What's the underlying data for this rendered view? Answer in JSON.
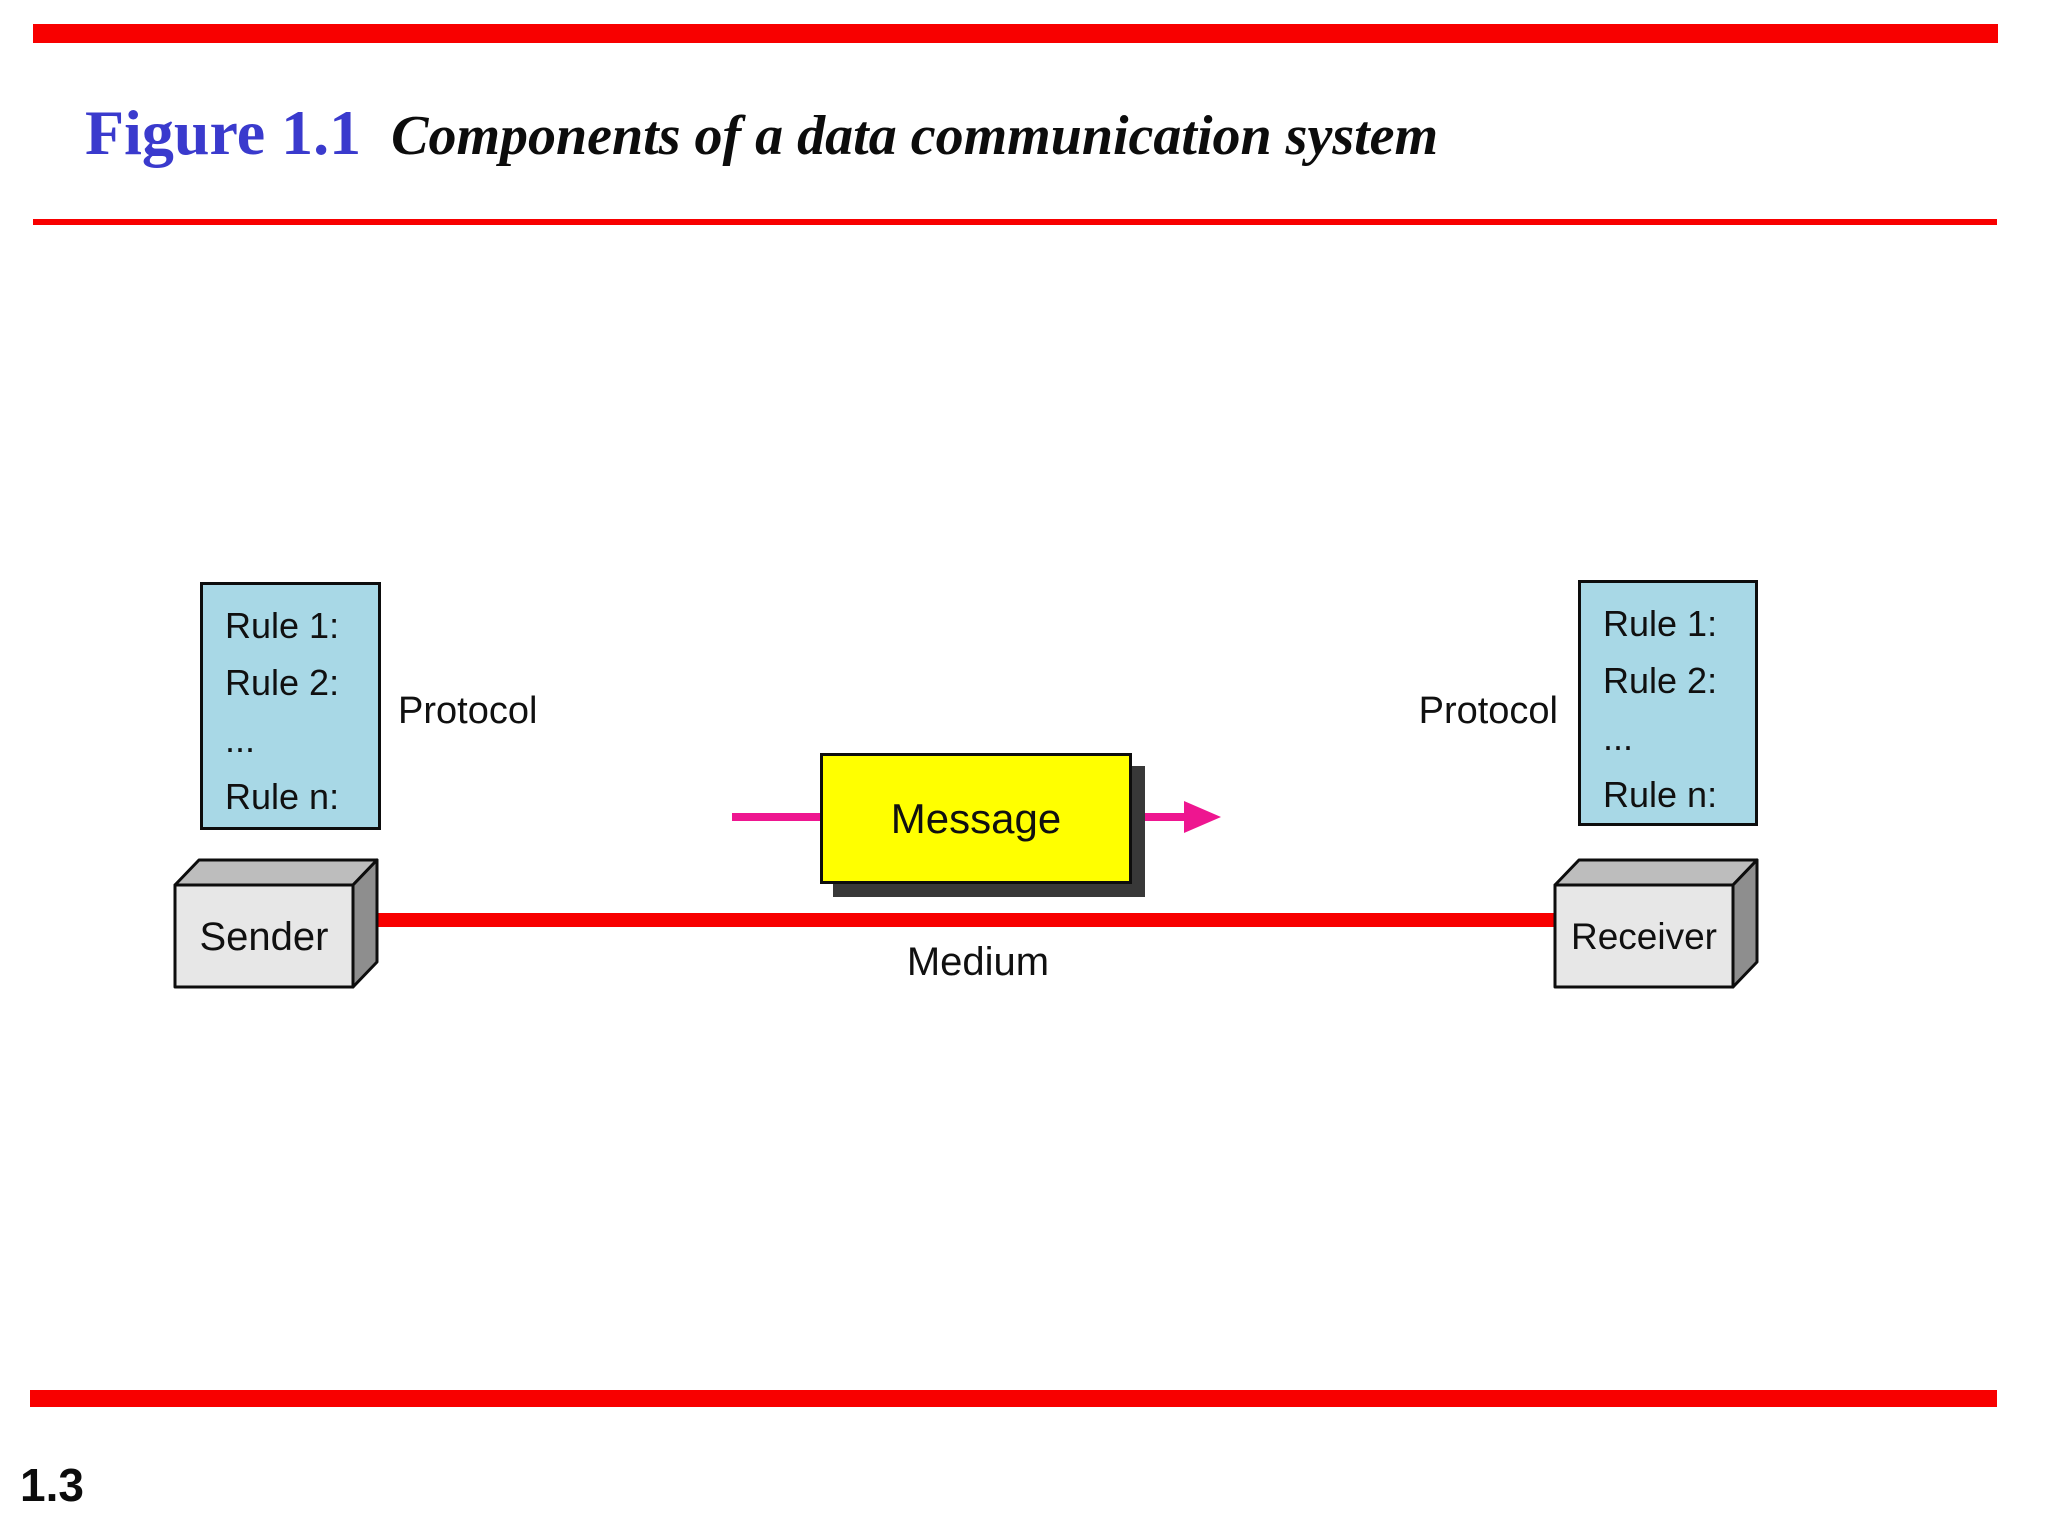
{
  "header": {
    "figure_label": "Figure 1.1",
    "figure_caption": "Components of a data communication system"
  },
  "diagram": {
    "left_protocol": {
      "rules": [
        "Rule 1:",
        "Rule 2:",
        "...",
        "Rule n:"
      ],
      "label": "Protocol"
    },
    "right_protocol": {
      "rules": [
        "Rule 1:",
        "Rule 2:",
        "...",
        "Rule n:"
      ],
      "label": "Protocol"
    },
    "message_label": "Message",
    "medium_label": "Medium",
    "sender_label": "Sender",
    "receiver_label": "Receiver"
  },
  "footer": {
    "page_number": "1.3"
  },
  "colors": {
    "accent_red": "#f80000",
    "title_blue": "#3a3acd",
    "protocol_blue": "#a8d8e6",
    "message_yellow": "#ffff00",
    "arrow_pink": "#ee1690",
    "shadow_gray": "#383838",
    "device_front_gray": "#e7e7e7",
    "device_top_gray": "#bdbdbd",
    "device_side_gray": "#8e8e8e"
  }
}
